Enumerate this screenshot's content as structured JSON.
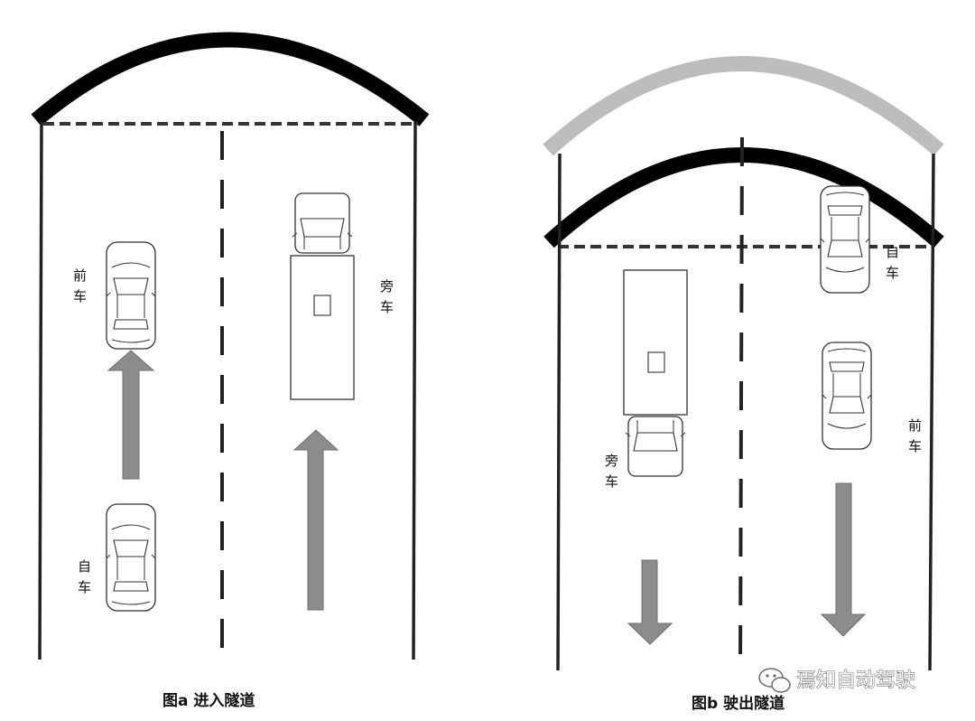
{
  "panel_a": {
    "caption": "图a  进入隧道",
    "front_car_label": [
      "前",
      "车"
    ],
    "side_car_label": [
      "旁",
      "车"
    ],
    "ego_car_label": [
      "自",
      "车"
    ]
  },
  "panel_b": {
    "caption": "图b  驶出隧道",
    "ego_car_label": [
      "自",
      "车"
    ],
    "front_car_label": [
      "前",
      "车"
    ],
    "side_car_label": [
      "旁",
      "车"
    ]
  },
  "watermark": {
    "icon": "wechat-icon",
    "text": "焉知自动驾驶"
  },
  "colors": {
    "line": "#222222",
    "arch_dark": "#000000",
    "arch_light": "#bdbdbd",
    "arrow_fill": "#8c8c8c",
    "vehicle_stroke": "#333333"
  }
}
